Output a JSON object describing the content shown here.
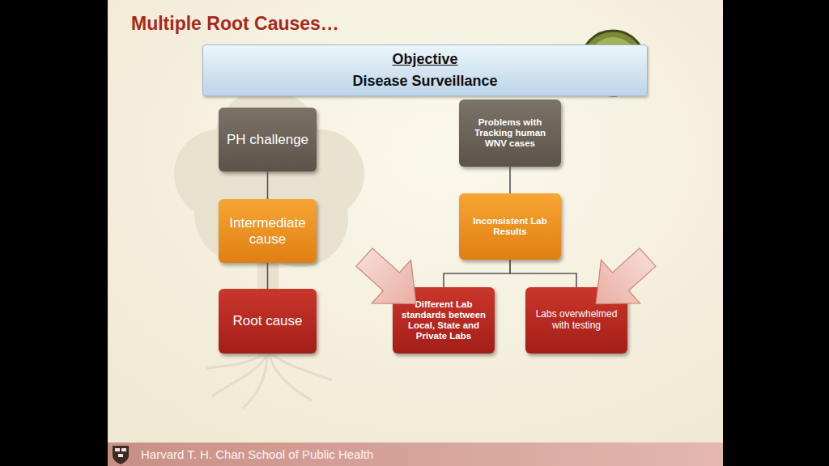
{
  "diagram": {
    "title": "Multiple Root Causes…",
    "nodes": [
      {
        "text": [
          "Objective",
          "Disease Surveillance"
        ]
      },
      {
        "text": [
          "PH challenge"
        ]
      },
      {
        "text": [
          "Intermediate cause"
        ]
      },
      {
        "text": [
          "Root cause"
        ]
      },
      {
        "text": [
          "Problems with Tracking human WNV cases"
        ]
      },
      {
        "text": [
          "Inconsistent Lab Results"
        ]
      },
      {
        "text": [
          "Different Lab standards between Local, State and Private Labs"
        ]
      },
      {
        "text": [
          "Labs overwhelmed with testing"
        ]
      }
    ],
    "edges": [
      {
        "from": 1,
        "to": 2,
        "arrow": "none"
      },
      {
        "from": 2,
        "to": 3,
        "arrow": "none"
      },
      {
        "from": 4,
        "to": 5,
        "arrow": "none"
      },
      {
        "from": 5,
        "to": 6,
        "arrow": "none"
      },
      {
        "from": 5,
        "to": 7,
        "arrow": "none"
      }
    ],
    "labels": [
      "Harvard T. H. Chan School of Public Health"
    ]
  }
}
